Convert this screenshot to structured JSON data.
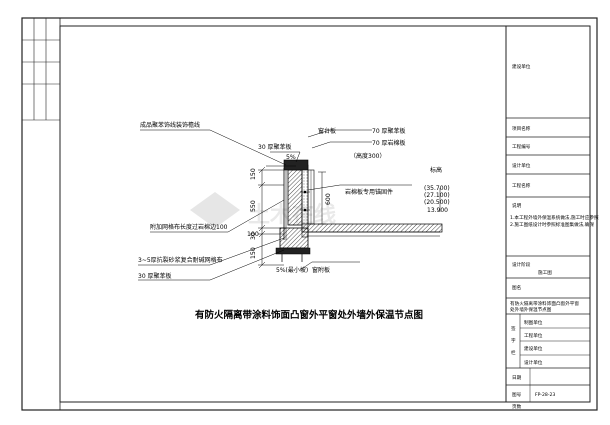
{
  "drawing": {
    "title": "有防火隔离带涂料饰面凸窗外平窗处外墙外保温节点图",
    "callouts": {
      "finish_coating": "成品聚苯饰线装饰檐线",
      "sill": "窗台板",
      "xps_30_top": "30 厚聚苯板",
      "xps_70": "70 厚聚苯板",
      "rock_wool_70": "70 厚岩棉板",
      "rock_wool_height": "（高度300）",
      "anchor": "岩棉板专用锚固件",
      "mesh_note": "附加网格布长度过岩棉边100",
      "note_layers": "3~5厚抗裂砂浆复合耐碱网格布",
      "xps_30_bottom": "30 厚聚苯板",
      "sill_bottom": "窗附板",
      "dim_bottom_note": "5%(最小坡)"
    },
    "dimensions": {
      "d150_top": "150",
      "d550": "550",
      "d30_mid": "30",
      "d150_bottom": "150",
      "d600": "600",
      "d5": "5%",
      "d100": "100"
    },
    "elevations": {
      "label": "标高",
      "values": [
        "(35.700)",
        "(27.100)",
        "(20.500)",
        "13.900"
      ]
    },
    "watermark": "土木在线"
  },
  "title_block": {
    "design_unit": "建设单位",
    "project_name": "项目名称",
    "project_code": "工程编号",
    "project_owner": "设计单位",
    "project_title": "工程名称",
    "notes_header": "说明",
    "notes_line1": "1.本工程外墙外保温系统做法,施工时应参照",
    "notes_line2": "2.施工图纸设计时参照标准图集做法,确保",
    "design_stage": "设计阶段",
    "stage_value": "施工图",
    "drawing_name_label": "图名",
    "drawing_name_line1": "有防火隔离带涂料饰面凸窗外平窗",
    "drawing_name_line2": "处外墙外保温节点图",
    "sign_header": "签",
    "sign_header2": "字",
    "sign_header3": "栏",
    "drafter": "制图单位",
    "checker": "工程单位",
    "approver": "建设单位",
    "reviewer": "设计单位",
    "date_label": "日期",
    "sheet_label": "图号",
    "sheet_value": "FP-28-23",
    "version_label": "页数"
  }
}
